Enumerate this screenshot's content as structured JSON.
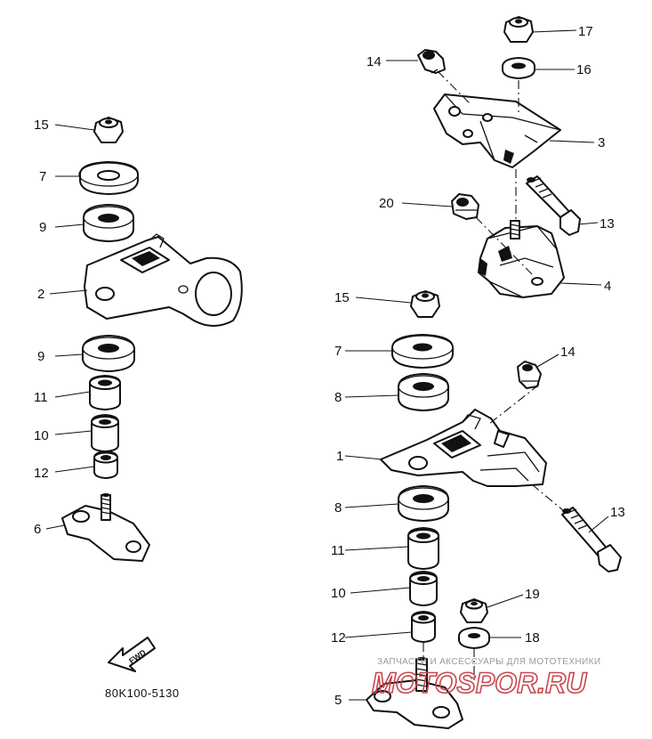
{
  "diagram": {
    "left_labels": [
      "15",
      "7",
      "9",
      "2",
      "9",
      "11",
      "10",
      "12",
      "6"
    ],
    "right_top_labels": [
      "17",
      "14",
      "16",
      "3",
      "20",
      "13",
      "4"
    ],
    "right_bottom_labels": [
      "15",
      "7",
      "14",
      "8",
      "1",
      "13",
      "8",
      "11",
      "10",
      "19",
      "12",
      "18",
      "5"
    ],
    "diagram_code": "80K100-5130",
    "fwd_label": "FWD"
  },
  "watermark": {
    "caption": "ЗАПЧАСТИ И АКСЕССУАРЫ ДЛЯ МОТОТЕХНИКИ",
    "site": "MOTOSPOR.RU",
    "color": "#c8474e"
  }
}
